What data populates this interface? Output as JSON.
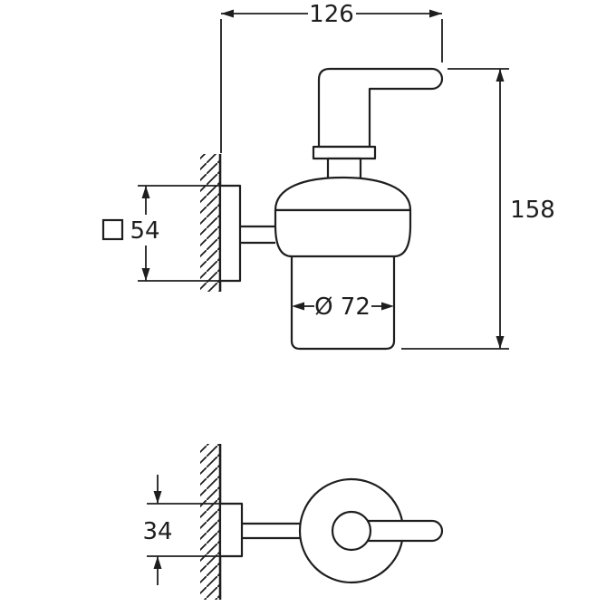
{
  "drawing": {
    "colors": {
      "line": "#1e1e1e",
      "background": "#ffffff"
    },
    "side_view": {
      "width_label": "126",
      "height_label": "158",
      "plate_height_label": "54",
      "plate_square_symbol": "□",
      "diameter_label": "Ø 72"
    },
    "top_view": {
      "depth_label": "34"
    }
  }
}
